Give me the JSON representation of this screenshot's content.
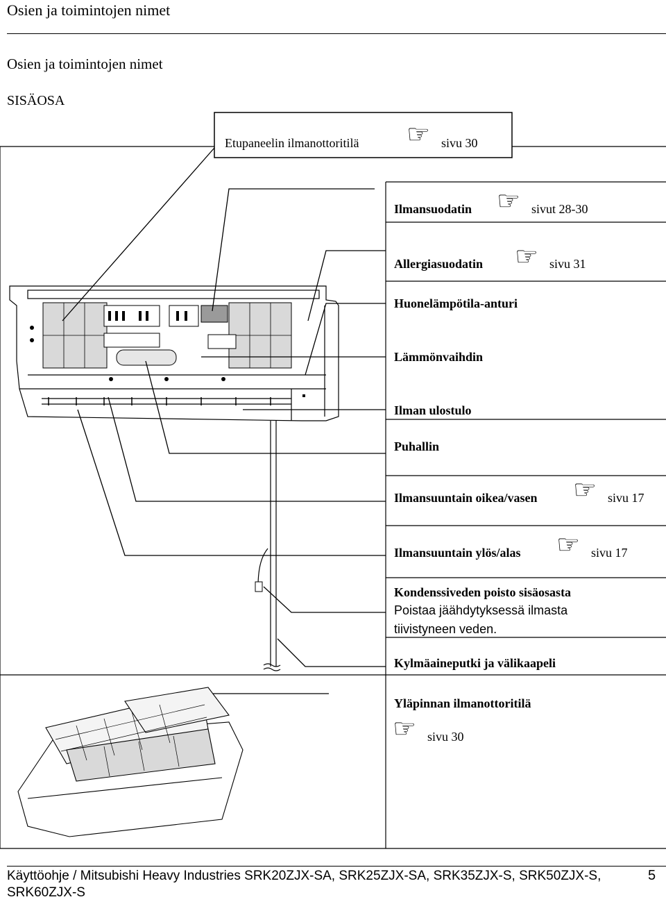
{
  "header": {
    "title": "Osien ja toimintojen nimet"
  },
  "section": {
    "title": "Osien ja toimintojen nimet",
    "subtitle": "SISÄOSA"
  },
  "labels": {
    "front_grille": {
      "name": "Etupaneelin ilmanottoritilä",
      "ref": "sivu 30"
    },
    "air_filter": {
      "name": "Ilmansuodatin",
      "ref": "sivut 28-30"
    },
    "allergy_filter": {
      "name": "Allergiasuodatin",
      "ref": "sivu 31"
    },
    "room_sensor": {
      "name": "Huonelämpötila-anturi"
    },
    "heat_exchanger": {
      "name": "Lämmönvaihdin"
    },
    "air_outlet": {
      "name": "Ilman ulostulo"
    },
    "fan": {
      "name": "Puhallin"
    },
    "louver_lr": {
      "name": "Ilmansuuntain oikea/vasen",
      "ref": "sivu 17"
    },
    "louver_ud": {
      "name": "Ilmansuuntain ylös/alas",
      "ref": "sivu 17"
    },
    "drain": {
      "name": "Kondenssiveden poisto sisäosasta",
      "desc1": "Poistaa jäähdytyksessä ilmasta",
      "desc2": "tiivistyneen veden."
    },
    "piping": {
      "name": "Kylmäaineputki ja välikaapeli"
    },
    "top_grille": {
      "name": "Yläpinnan ilmanottoritilä",
      "ref": "sivu 30"
    }
  },
  "icons": {
    "pointing_hand": "☞"
  },
  "footer": {
    "text": "Käyttöohje / Mitsubishi Heavy Industries SRK20ZJX-SA, SRK25ZJX-SA, SRK35ZJX-S, SRK50ZJX-S, SRK60ZJX-S",
    "page": "5"
  }
}
